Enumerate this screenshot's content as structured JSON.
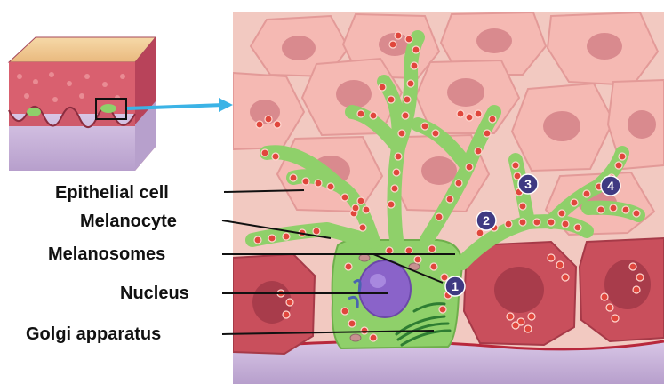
{
  "labels": {
    "epithelial_cell": "Epithelial cell",
    "melanocyte": "Melanocyte",
    "melanosomes": "Melanosomes",
    "nucleus": "Nucleus",
    "golgi_apparatus": "Golgi apparatus"
  },
  "steps": [
    "1",
    "2",
    "3",
    "4"
  ],
  "colors": {
    "background": "#f2c9c1",
    "epithelial_cell": "#f5b9b3",
    "epithelial_nucleus": "#d98a8e",
    "basal_cell": "#c94f5c",
    "melanocyte": "#8fd06a",
    "melanosome": "#e0463c",
    "melanocyte_nucleus": "#8a63c9",
    "golgi": "#2e7d32",
    "dermis": "#c7b3d9",
    "badge": "#3f3a82",
    "arrow": "#3bb3e6",
    "stratum_corneum": "#f2c892"
  }
}
